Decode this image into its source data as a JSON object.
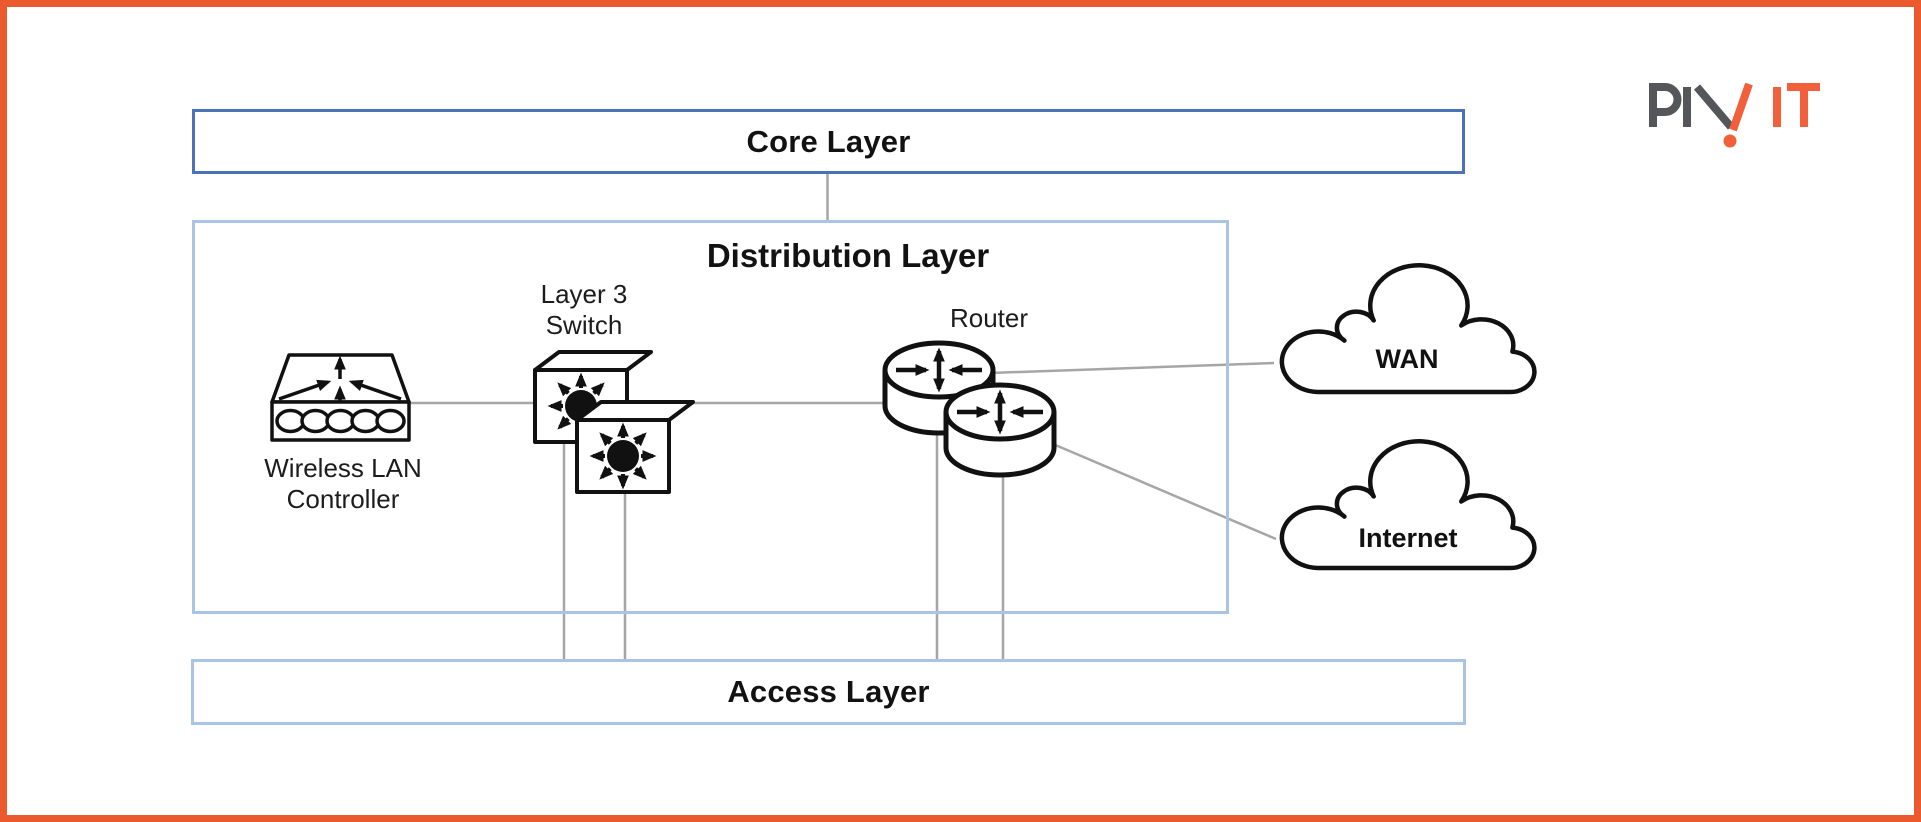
{
  "frame": {
    "border_color": "#EA5A2E",
    "background": "#FFFFFF"
  },
  "logo": {
    "text": "PIVIT",
    "gray_letters": "PIV",
    "orange_letters": "IT",
    "gray_color": "#54565A",
    "orange_color": "#F1603B"
  },
  "layers": {
    "core": {
      "label": "Core Layer",
      "border_color": "#4C72B8"
    },
    "distribution": {
      "label": "Distribution Layer",
      "border_color": "#A9C4E4"
    },
    "access": {
      "label": "Access Layer",
      "border_color": "#A9C4E4"
    }
  },
  "devices": {
    "wireless_lan_controller": {
      "label_line1": "Wireless LAN",
      "label_line2": "Controller",
      "icon": "wireless-lan-controller-icon"
    },
    "layer3_switch": {
      "label_line1": "Layer 3",
      "label_line2": "Switch",
      "icon": "layer3-switch-icon",
      "count": 2
    },
    "router": {
      "label": "Router",
      "icon": "router-icon",
      "count": 2
    }
  },
  "clouds": {
    "wan": {
      "label": "WAN",
      "icon": "cloud-icon"
    },
    "internet": {
      "label": "Internet",
      "icon": "cloud-icon"
    }
  },
  "connections": {
    "color": "#A6A6A6",
    "links": [
      "core-to-distribution",
      "wlc-to-switch-to-router",
      "switch-back-to-access",
      "switch-front-to-access",
      "router-back-to-access",
      "router-front-to-access",
      "router-back-to-wan",
      "router-front-to-internet"
    ]
  }
}
